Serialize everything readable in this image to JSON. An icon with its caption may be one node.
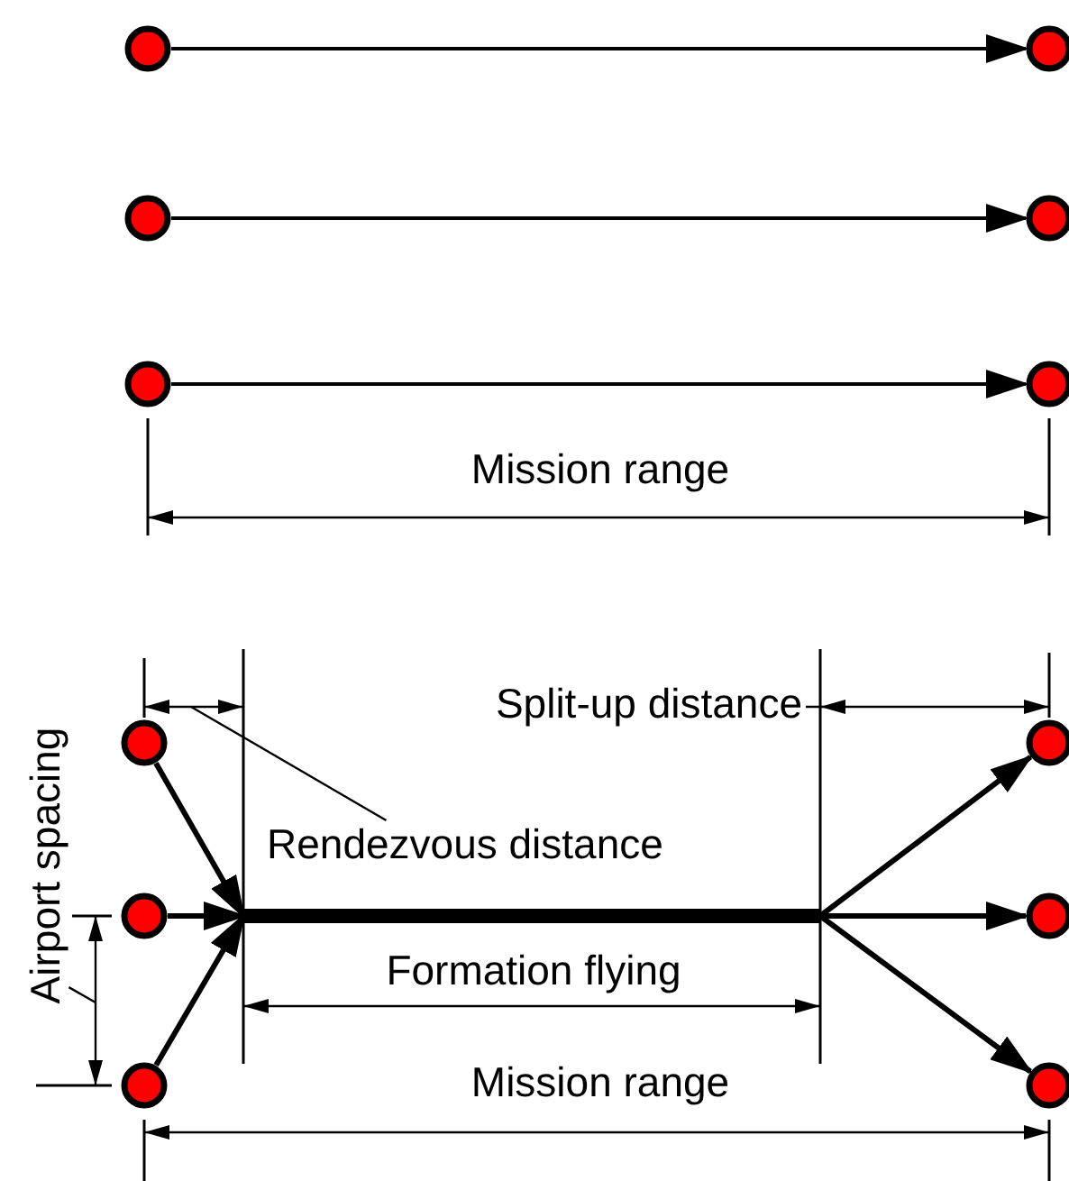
{
  "diagram": {
    "nodes": [
      {
        "text": [],
        "shape": "circle"
      },
      {
        "text": [],
        "shape": "circle"
      },
      {
        "text": [],
        "shape": "circle"
      },
      {
        "text": [],
        "shape": "circle"
      },
      {
        "text": [],
        "shape": "circle"
      },
      {
        "text": [],
        "shape": "circle"
      },
      {
        "text": [],
        "shape": "circle"
      },
      {
        "text": [],
        "shape": "circle"
      },
      {
        "text": [],
        "shape": "circle"
      },
      {
        "text": [],
        "shape": "circle"
      },
      {
        "text": [],
        "shape": "circle"
      },
      {
        "text": [],
        "shape": "circle"
      },
      {
        "text": [
          "Rendezvous distance"
        ]
      },
      {
        "text": [
          "Airport spacing"
        ]
      },
      {
        "text": [],
        "shape": "bar"
      }
    ],
    "edges": [
      {
        "from": 0,
        "to": 1,
        "arrow": "to"
      },
      {
        "from": 2,
        "to": 3,
        "arrow": "to"
      },
      {
        "from": 4,
        "to": 5,
        "arrow": "to"
      },
      {
        "from": 6,
        "to": 14,
        "arrow": "to"
      },
      {
        "from": 7,
        "to": 14,
        "arrow": "to"
      },
      {
        "from": 8,
        "to": 14,
        "arrow": "to"
      },
      {
        "from": 14,
        "to": 9,
        "arrow": "to"
      },
      {
        "from": 14,
        "to": 10,
        "arrow": "to"
      },
      {
        "from": 14,
        "to": 11,
        "arrow": "to"
      },
      {
        "from": 12,
        "to": null,
        "arrow": "none"
      },
      {
        "from": 13,
        "to": null,
        "arrow": "none"
      }
    ],
    "labels": [
      "Mission range",
      "Split-up distance",
      "Formation flying",
      "Mission range"
    ]
  }
}
